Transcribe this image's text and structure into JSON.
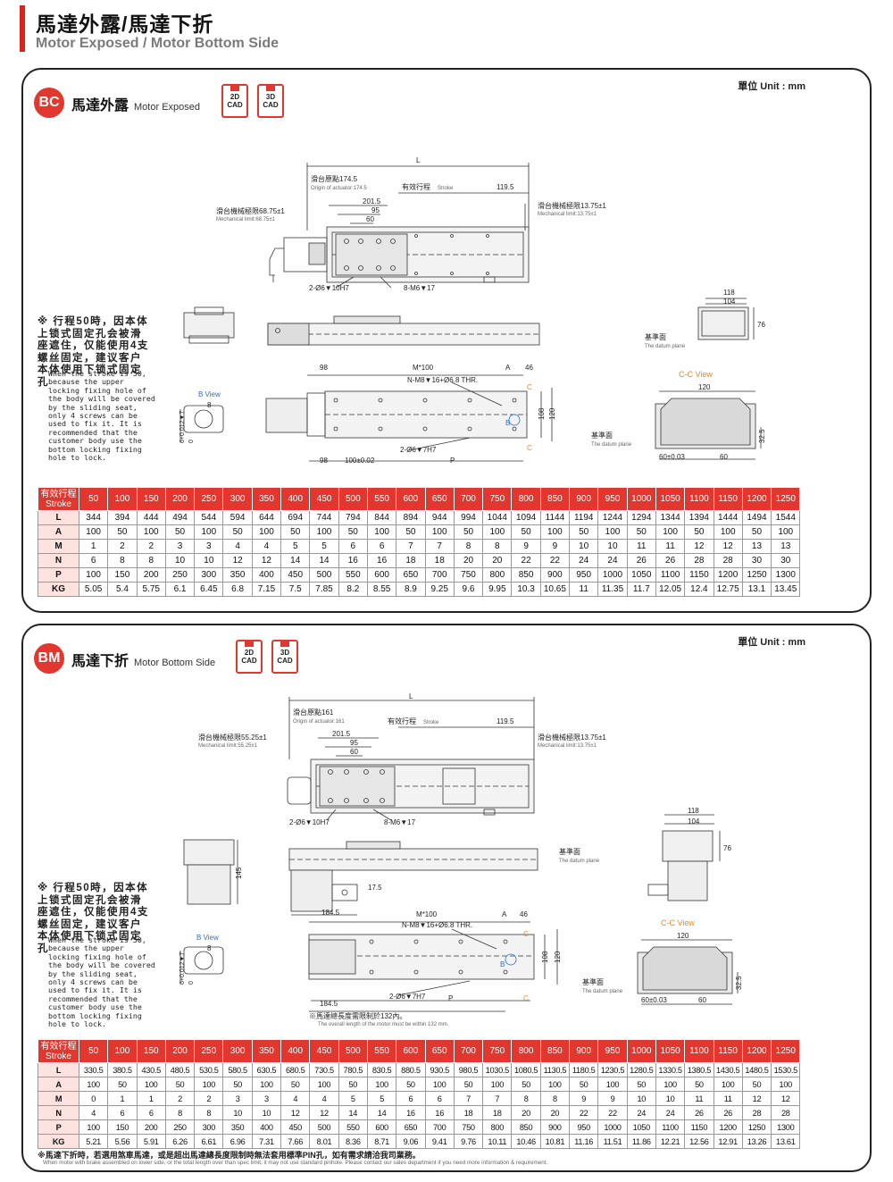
{
  "header": {
    "title_zh": "馬達外露/馬達下折",
    "title_en": "Motor Exposed / Motor Bottom Side"
  },
  "colors": {
    "accent": "#e2372e",
    "orange": "#e88a20",
    "blue": "#2a6ecb"
  },
  "sections": [
    {
      "code": "BC",
      "title_zh": "馬達外露",
      "title_en": "Motor Exposed",
      "unit": "單位 Unit : mm",
      "cad": [
        {
          "l1": "2D",
          "l2": "CAD"
        },
        {
          "l1": "3D",
          "l2": "CAD"
        }
      ],
      "labels": {
        "L": "L",
        "origin_zh": "滑台原點174.5",
        "origin_en": "Origin of actuator:174.5",
        "stroke": "有效行程",
        "stroke_en": "Stroke",
        "d1195": "119.5",
        "d2015": "201.5",
        "d95": "95",
        "d60": "60",
        "mech_left_zh": "滑台機械極限68.75±1",
        "mech_left_en": "Mechanical limit:68.75±1",
        "mech_right_zh": "滑台機械極限13.75±1",
        "mech_right_en": "Mechanical limit:13.75±1",
        "hole1": "2-Ø6▼10H7",
        "hole2": "8-M6▼17",
        "d118": "118",
        "d104": "104",
        "d76": "76",
        "datum_zh": "基準面",
        "datum_en": "The datum plane",
        "d98": "98",
        "m100": "M*100",
        "a": "A",
        "d46": "46",
        "thr": "N-M8▼16+Ø6.8 THR.",
        "c": "C",
        "b": "B",
        "d108": "108",
        "d120": "120",
        "hole3": "2-Ø6▼7H7",
        "p": "P",
        "d98b": "98",
        "d100": "100±0.02",
        "bview": "B View",
        "d8": "8",
        "tol": "6+0.012▼7",
        "tol0": "0",
        "ccview": "C-C View",
        "cc120": "120",
        "cc325": "32.5",
        "cc60": "60±0.03",
        "cc60b": "60"
      },
      "note_zh": "※ 行程50時，因本体上锁式固定孔会被滑座遮住，仅能使用4支螺丝固定，建议客户本体使用下锁式固定孔",
      "note_en": "When the stroke is 50, because the upper locking fixing hole of the body will be covered by the sliding seat, only 4 screws can be used to fix it. It is recommended that the customer body use the bottom locking fixing hole to lock.",
      "table": {
        "head_zh": "有效行程",
        "head_en": "Stroke",
        "strokes": [
          "50",
          "100",
          "150",
          "200",
          "250",
          "300",
          "350",
          "400",
          "450",
          "500",
          "550",
          "600",
          "650",
          "700",
          "750",
          "800",
          "850",
          "900",
          "950",
          "1000",
          "1050",
          "1100",
          "1150",
          "1200",
          "1250"
        ],
        "rows": [
          {
            "label": "L",
            "values": [
              "344",
              "394",
              "444",
              "494",
              "544",
              "594",
              "644",
              "694",
              "744",
              "794",
              "844",
              "894",
              "944",
              "994",
              "1044",
              "1094",
              "1144",
              "1194",
              "1244",
              "1294",
              "1344",
              "1394",
              "1444",
              "1494",
              "1544"
            ]
          },
          {
            "label": "A",
            "values": [
              "100",
              "50",
              "100",
              "50",
              "100",
              "50",
              "100",
              "50",
              "100",
              "50",
              "100",
              "50",
              "100",
              "50",
              "100",
              "50",
              "100",
              "50",
              "100",
              "50",
              "100",
              "50",
              "100",
              "50",
              "100"
            ]
          },
          {
            "label": "M",
            "values": [
              "1",
              "2",
              "2",
              "3",
              "3",
              "4",
              "4",
              "5",
              "5",
              "6",
              "6",
              "7",
              "7",
              "8",
              "8",
              "9",
              "9",
              "10",
              "10",
              "11",
              "11",
              "12",
              "12",
              "13",
              "13"
            ]
          },
          {
            "label": "N",
            "values": [
              "6",
              "8",
              "8",
              "10",
              "10",
              "12",
              "12",
              "14",
              "14",
              "16",
              "16",
              "18",
              "18",
              "20",
              "20",
              "22",
              "22",
              "24",
              "24",
              "26",
              "26",
              "28",
              "28",
              "30",
              "30"
            ]
          },
          {
            "label": "P",
            "values": [
              "100",
              "150",
              "200",
              "250",
              "300",
              "350",
              "400",
              "450",
              "500",
              "550",
              "600",
              "650",
              "700",
              "750",
              "800",
              "850",
              "900",
              "950",
              "1000",
              "1050",
              "1100",
              "1150",
              "1200",
              "1250",
              "1300"
            ]
          },
          {
            "label": "KG",
            "values": [
              "5.05",
              "5.4",
              "5.75",
              "6.1",
              "6.45",
              "6.8",
              "7.15",
              "7.5",
              "7.85",
              "8.2",
              "8.55",
              "8.9",
              "9.25",
              "9.6",
              "9.95",
              "10.3",
              "10.65",
              "11",
              "11.35",
              "11.7",
              "12.05",
              "12.4",
              "12.75",
              "13.1",
              "13.45"
            ]
          }
        ]
      }
    },
    {
      "code": "BM",
      "title_zh": "馬達下折",
      "title_en": "Motor Bottom Side",
      "unit": "單位 Unit : mm",
      "cad": [
        {
          "l1": "2D",
          "l2": "CAD"
        },
        {
          "l1": "3D",
          "l2": "CAD"
        }
      ],
      "labels": {
        "L": "L",
        "origin_zh": "滑台原點161",
        "origin_en": "Origin of actuator:161",
        "stroke": "有效行程",
        "stroke_en": "Stroke",
        "d1195": "119.5",
        "d2015": "201.5",
        "d95": "95",
        "d60": "60",
        "mech_left_zh": "滑台機械極限55.25±1",
        "mech_left_en": "Mechanical limit:55.25±1",
        "mech_right_zh": "滑台機械極限13.75±1",
        "mech_right_en": "Mechanical limit:13.75±1",
        "hole1": "2-Ø6▼10H7",
        "hole2": "8-M6▼17",
        "d118": "118",
        "d104": "104",
        "d76": "76",
        "datum_zh": "基準面",
        "datum_en": "The datum plane",
        "d145": "145",
        "d175": "17.5",
        "d1845": "184.5",
        "m100": "M*100",
        "a": "A",
        "d46": "46",
        "thr": "N-M8▼16+Ø6.8 THR.",
        "c": "C",
        "b": "B",
        "d108": "108",
        "d120": "120",
        "hole3": "2-Ø6▼7H7",
        "p": "P",
        "d1845b": "184.5",
        "limit_zh": "※馬達總長度需限制於132內。",
        "limit_en": "The overall length of the motor must be within 132 mm.",
        "bview": "B View",
        "d8": "8",
        "tol": "6+0.012▼7",
        "tol0": "0",
        "ccview": "C-C View",
        "cc120": "120",
        "cc325": "32.5",
        "cc60": "60±0.03",
        "cc60b": "60"
      },
      "note_zh": "※ 行程50時，因本体上锁式固定孔会被滑座遮住，仅能使用4支螺丝固定，建议客户本体使用下锁式固定孔",
      "note_en": "When the stroke is 50, because the upper locking fixing hole of the body will be covered by the sliding seat, only 4 screws can be used to fix it. It is recommended that the customer body use the bottom locking fixing hole to lock.",
      "table": {
        "head_zh": "有效行程",
        "head_en": "Stroke",
        "strokes": [
          "50",
          "100",
          "150",
          "200",
          "250",
          "300",
          "350",
          "400",
          "450",
          "500",
          "550",
          "600",
          "650",
          "700",
          "750",
          "800",
          "850",
          "900",
          "950",
          "1000",
          "1050",
          "1100",
          "1150",
          "1200",
          "1250"
        ],
        "rows": [
          {
            "label": "L",
            "values": [
              "330.5",
              "380.5",
              "430.5",
              "480.5",
              "530.5",
              "580.5",
              "630.5",
              "680.5",
              "730.5",
              "780.5",
              "830.5",
              "880.5",
              "930.5",
              "980.5",
              "1030.5",
              "1080.5",
              "1130.5",
              "1180.5",
              "1230.5",
              "1280.5",
              "1330.5",
              "1380.5",
              "1430.5",
              "1480.5",
              "1530.5"
            ]
          },
          {
            "label": "A",
            "values": [
              "100",
              "50",
              "100",
              "50",
              "100",
              "50",
              "100",
              "50",
              "100",
              "50",
              "100",
              "50",
              "100",
              "50",
              "100",
              "50",
              "100",
              "50",
              "100",
              "50",
              "100",
              "50",
              "100",
              "50",
              "100"
            ]
          },
          {
            "label": "M",
            "values": [
              "0",
              "1",
              "1",
              "2",
              "2",
              "3",
              "3",
              "4",
              "4",
              "5",
              "5",
              "6",
              "6",
              "7",
              "7",
              "8",
              "8",
              "9",
              "9",
              "10",
              "10",
              "11",
              "11",
              "12",
              "12"
            ]
          },
          {
            "label": "N",
            "values": [
              "4",
              "6",
              "6",
              "8",
              "8",
              "10",
              "10",
              "12",
              "12",
              "14",
              "14",
              "16",
              "16",
              "18",
              "18",
              "20",
              "20",
              "22",
              "22",
              "24",
              "24",
              "26",
              "26",
              "28",
              "28"
            ]
          },
          {
            "label": "P",
            "values": [
              "100",
              "150",
              "200",
              "250",
              "300",
              "350",
              "400",
              "450",
              "500",
              "550",
              "600",
              "650",
              "700",
              "750",
              "800",
              "850",
              "900",
              "950",
              "1000",
              "1050",
              "1100",
              "1150",
              "1200",
              "1250",
              "1300"
            ]
          },
          {
            "label": "KG",
            "values": [
              "5.21",
              "5.56",
              "5.91",
              "6.26",
              "6.61",
              "6.96",
              "7.31",
              "7.66",
              "8.01",
              "8.36",
              "8.71",
              "9.06",
              "9.41",
              "9.76",
              "10.11",
              "10.46",
              "10.81",
              "11.16",
              "11.51",
              "11.86",
              "12.21",
              "12.56",
              "12.91",
              "13.26",
              "13.61"
            ]
          }
        ]
      },
      "footnote_zh": "※馬達下折時，若選用煞車馬達，或是超出馬達總長度限制時無法套用標準PIN孔，如有需求請洽我司業務。",
      "footnote_en": "When motor with brake assembled on lower side, or the total length over than spec limit, it may not use standard pinhole. Please contact our sales department if you need more information & requirement."
    }
  ]
}
